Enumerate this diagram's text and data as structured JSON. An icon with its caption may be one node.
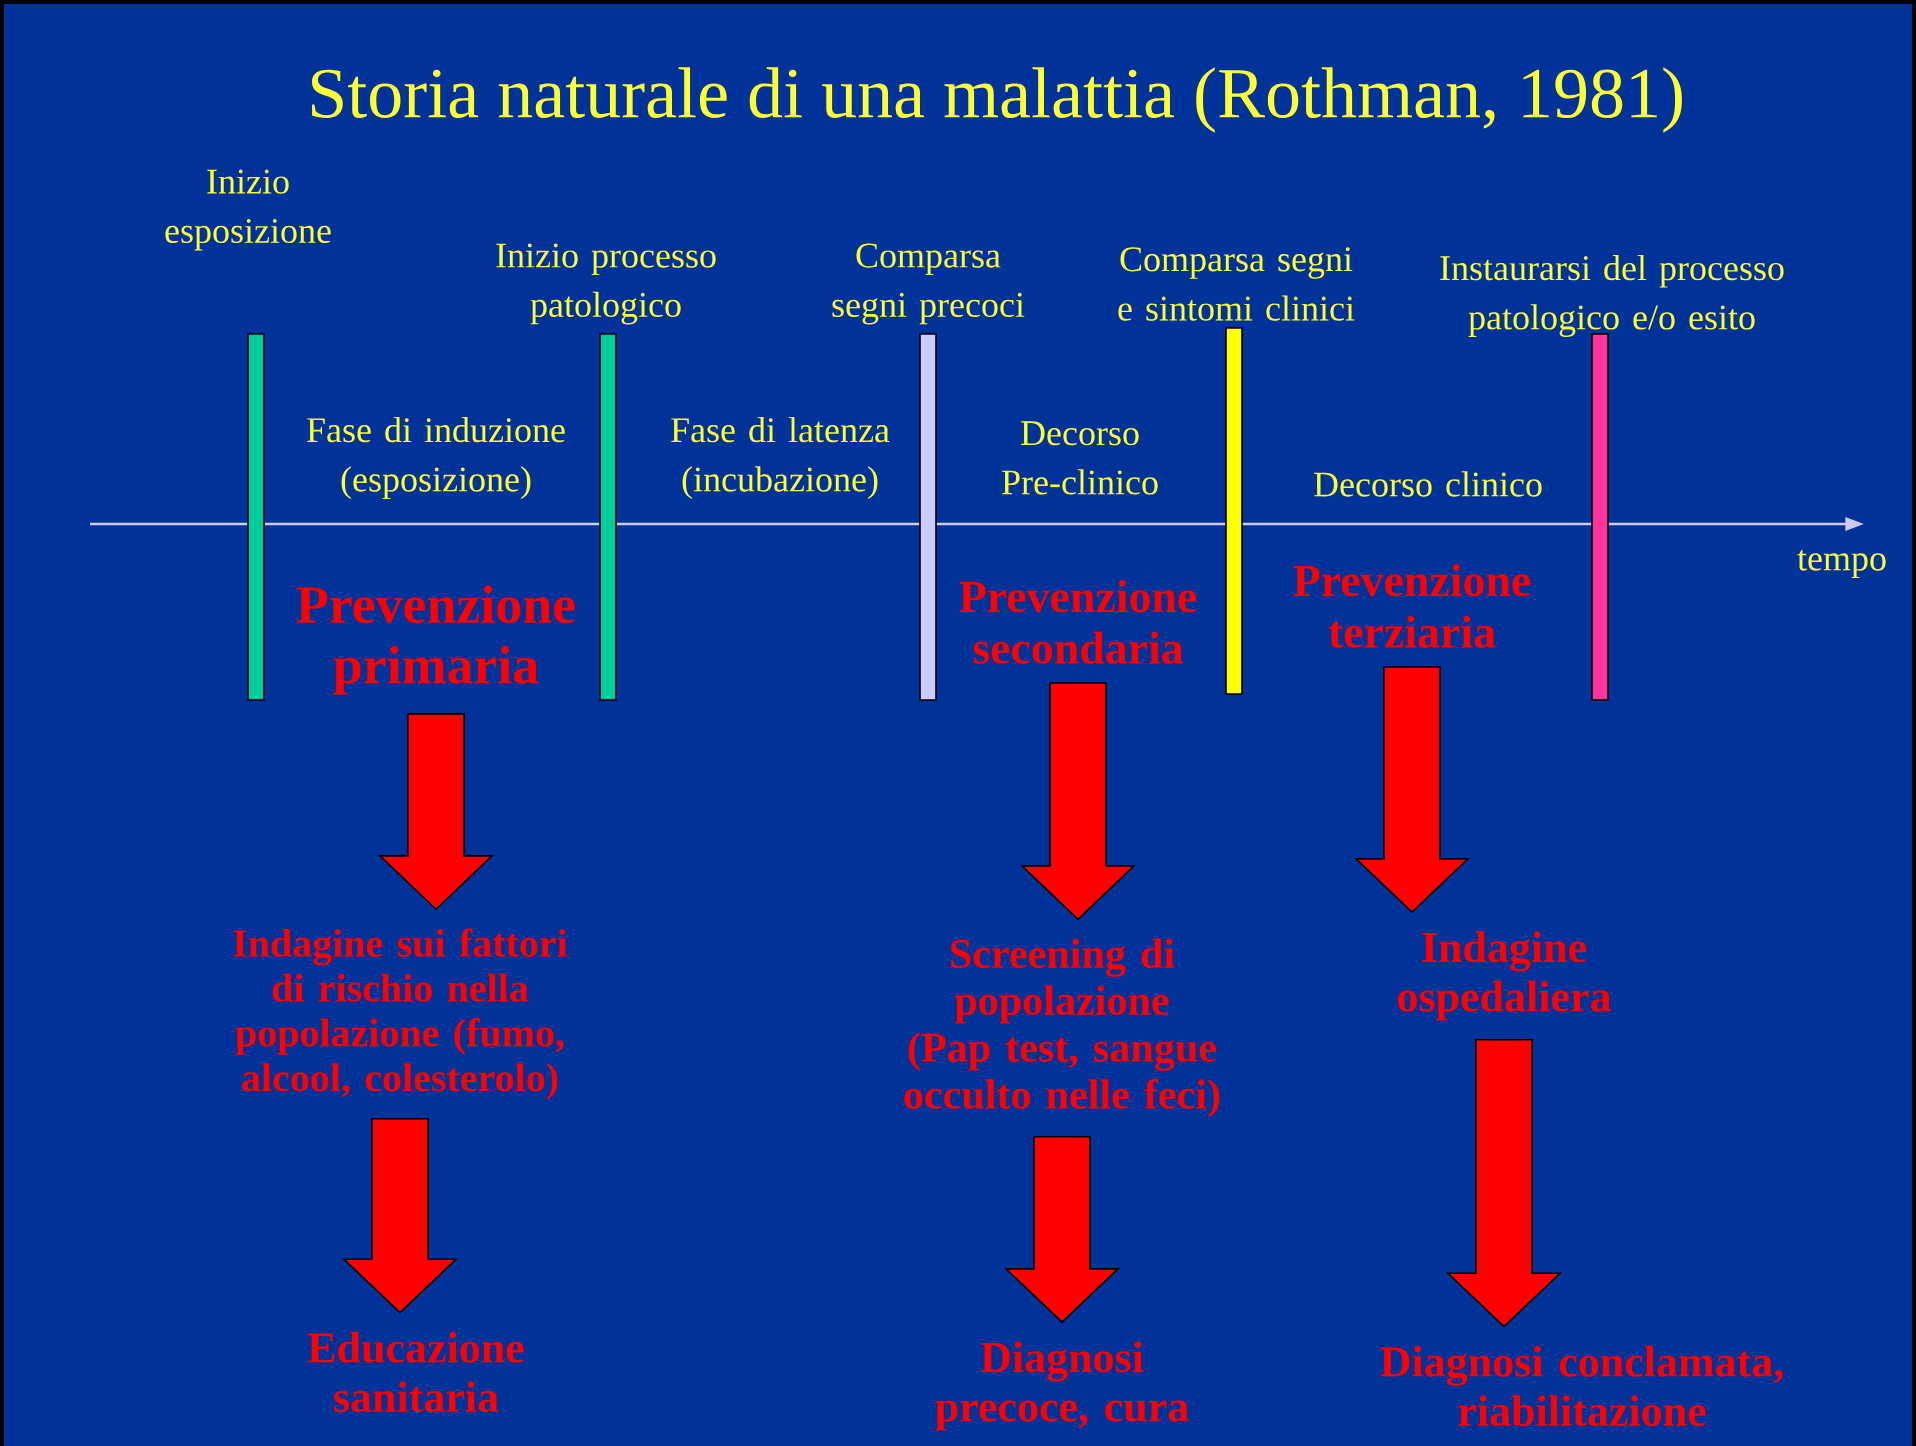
{
  "diagram": {
    "title": "Storia naturale di una malattia (Rothman, 1981)",
    "nodes": [
      {
        "text": [
          "Prevenzione primaria"
        ]
      },
      {
        "text": [
          "Prevenzione secondaria"
        ]
      },
      {
        "text": [
          "Prevenzione terziaria"
        ]
      },
      {
        "text": [
          "Indagine sui fattori di rischio nella popolazione (fumo, alcool, colesterolo)"
        ]
      },
      {
        "text": [
          "Screening di popolazione (Pap test, sangue occulto nelle feci)"
        ]
      },
      {
        "text": [
          "Indagine ospedaliera"
        ]
      },
      {
        "text": [
          "Educazione sanitaria"
        ]
      },
      {
        "text": [
          "Diagnosi precoce, cura"
        ]
      },
      {
        "text": [
          "Diagnosi conclamata, riabilitazione"
        ]
      }
    ],
    "edges": [
      {
        "from": 0,
        "to": 3,
        "arrow": "to"
      },
      {
        "from": 3,
        "to": 6,
        "arrow": "to"
      },
      {
        "from": 1,
        "to": 4,
        "arrow": "to"
      },
      {
        "from": 4,
        "to": 7,
        "arrow": "to"
      },
      {
        "from": 2,
        "to": 5,
        "arrow": "to"
      },
      {
        "from": 5,
        "to": 8,
        "arrow": "to"
      }
    ],
    "labels": [
      "Inizio esposizione",
      "Inizio processo patologico",
      "Comparsa segni precoci",
      "Comparsa segni e sintomi clinici",
      "Instaurarsi del processo patologico e/o esito",
      "Fase di induzione (esposizione)",
      "Fase di latenza (incubazione)",
      "Decorso Pre-clinico",
      "Decorso clinico",
      "tempo"
    ]
  }
}
